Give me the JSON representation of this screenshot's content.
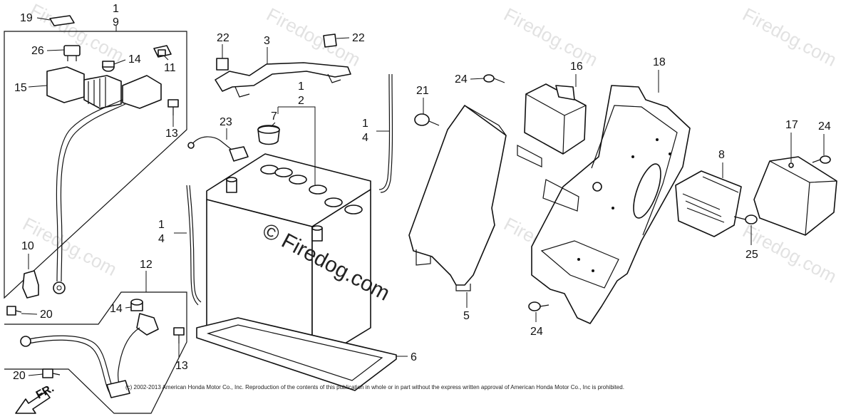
{
  "watermarks": {
    "brand": "Firedog.com",
    "center": "© Firedog.com"
  },
  "copyright": "(c) 2002-2013 American Honda Motor Co., Inc. Reproduction of the contents of this publication in whole or in part without the express written approval of American Honda Motor Co., Inc is prohibited.",
  "direction": "FR.",
  "callouts": {
    "c19": "19",
    "c1a": "1",
    "c9": "9",
    "c26": "26",
    "c14a": "14",
    "c11": "11",
    "c15": "15",
    "c13a": "13",
    "c10": "10",
    "c20a": "20",
    "c12": "12",
    "c14b": "14",
    "c13b": "13",
    "c20b": "20",
    "c22a": "22",
    "c3": "3",
    "c22b": "22",
    "c1b": "1",
    "c2": "2",
    "c23": "23",
    "c7": "7",
    "c1c": "1",
    "c4a": "4",
    "c1d": "1",
    "c4b": "4",
    "c6": "6",
    "c24a": "24",
    "c21": "21",
    "c5": "5",
    "c16": "16",
    "c18": "18",
    "c17": "17",
    "c24b": "24",
    "c8": "8",
    "c25": "25",
    "c24c": "24"
  },
  "colors": {
    "line": "#111111",
    "watermark": "#e2e2e2",
    "background": "#ffffff"
  }
}
